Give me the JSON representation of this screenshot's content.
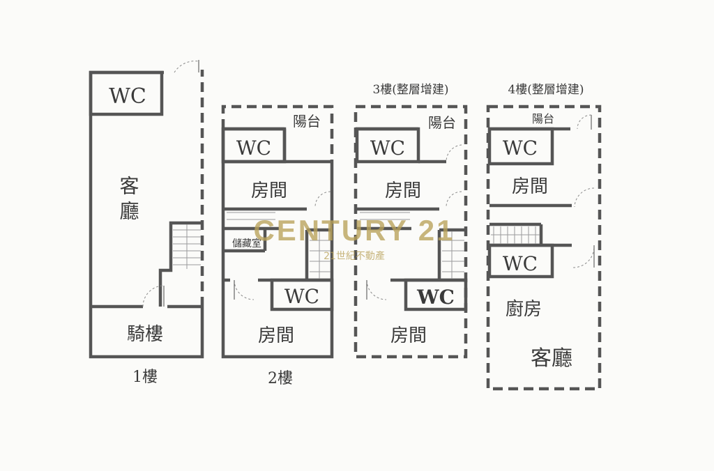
{
  "floors": [
    {
      "caption": "1樓",
      "rooms": {
        "wc": "WC",
        "living": "客廳",
        "arcade": "騎樓"
      }
    },
    {
      "caption": "2樓",
      "rooms": {
        "balcony": "陽台",
        "wc_top": "WC",
        "room_top": "房間",
        "storage": "儲藏室",
        "wc_bottom": "WC",
        "room_bottom": "房間"
      }
    },
    {
      "caption": "3樓(整層增建)",
      "rooms": {
        "balcony": "陽台",
        "wc_top": "WC",
        "room_top": "房間",
        "wc_bottom": "WC",
        "room_bottom": "房間"
      }
    },
    {
      "caption": "4樓(整層增建)",
      "rooms": {
        "balcony": "陽台",
        "wc_top": "WC",
        "room": "房間",
        "wc_bottom": "WC",
        "kitchen": "廚房",
        "living": "客廳"
      }
    }
  ],
  "watermark": {
    "brand": "CENTURY 21",
    "subtitle": "21世紀不動產",
    "color": "#b9a25a"
  }
}
